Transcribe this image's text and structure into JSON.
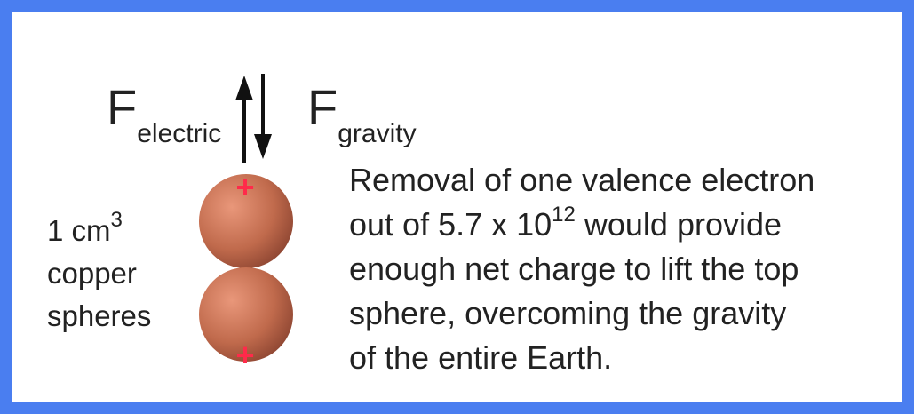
{
  "forces": {
    "electric": {
      "main": "F",
      "subscript": "electric"
    },
    "gravity": {
      "main": "F",
      "subscript": "gravity"
    }
  },
  "label": {
    "line1_prefix": "1 cm",
    "line1_superscript": "3",
    "line2": "copper",
    "line3": "spheres"
  },
  "description": {
    "line1": "Removal of one valence electron",
    "line2_prefix": "out of 5.7 x 10",
    "line2_superscript": "12",
    "line2_suffix": " would provide",
    "line3": "enough net charge to lift the top",
    "line4": "sphere, overcoming the gravity",
    "line5": "of the entire Earth."
  },
  "charge_symbol": "+",
  "colors": {
    "frame_border": "#4a7ef0",
    "sphere_base": "#a8553a",
    "sphere_highlight": "#e9977a",
    "charge": "#ff2a4a",
    "text": "#222222"
  }
}
